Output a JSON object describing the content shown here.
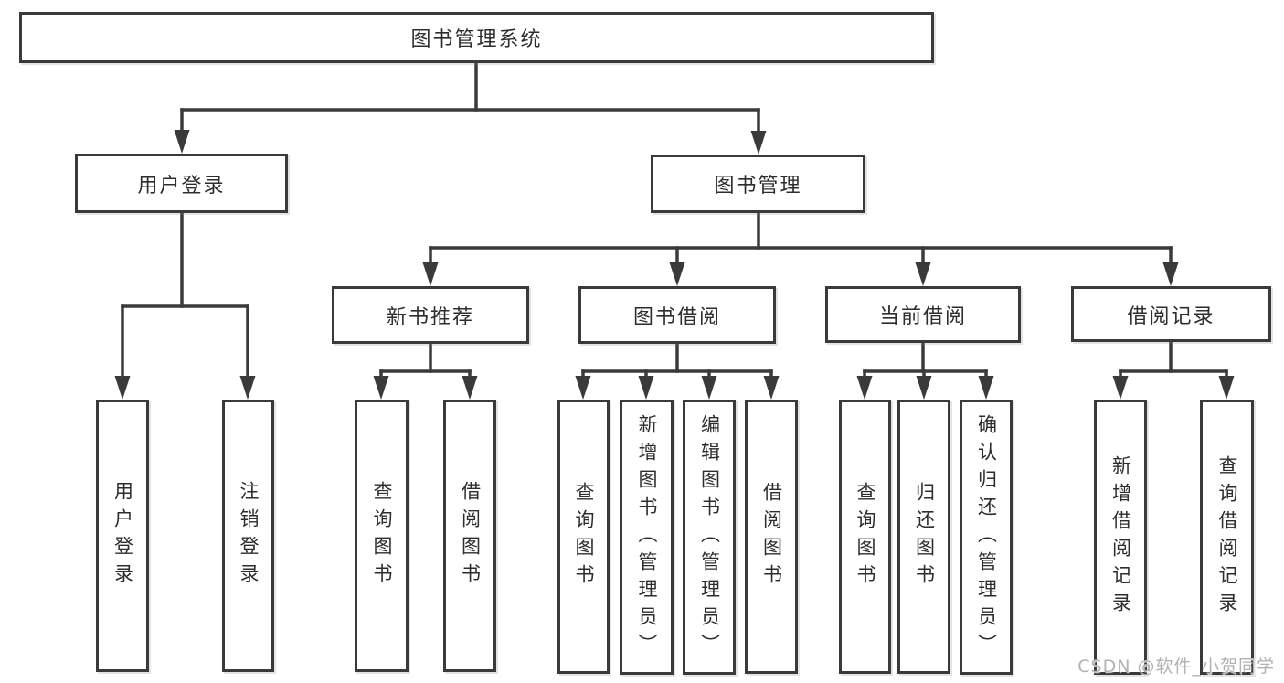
{
  "diagram": {
    "title": "图书管理系统",
    "watermark": "CSDN @软件_小贺同学",
    "colors": {
      "line": "#3a3a3a",
      "border": "#3a3a3a",
      "text": "#2d2d2d",
      "watermark": "#b2b2b2",
      "background": "#ffffff"
    },
    "nodes": [
      {
        "id": "root",
        "label": "图书管理系统",
        "orientation": "horizontal",
        "parent": null
      },
      {
        "id": "user-login",
        "label": "用户登录",
        "orientation": "horizontal",
        "parent": "root"
      },
      {
        "id": "book-mgmt",
        "label": "图书管理",
        "orientation": "horizontal",
        "parent": "root"
      },
      {
        "id": "new-book-rec",
        "label": "新书推荐",
        "orientation": "horizontal",
        "parent": "book-mgmt"
      },
      {
        "id": "book-borrow",
        "label": "图书借阅",
        "orientation": "horizontal",
        "parent": "book-mgmt"
      },
      {
        "id": "current-borrow",
        "label": "当前借阅",
        "orientation": "horizontal",
        "parent": "book-mgmt"
      },
      {
        "id": "borrow-record",
        "label": "借阅记录",
        "orientation": "horizontal",
        "parent": "book-mgmt"
      },
      {
        "id": "leaf-user-login",
        "label": "用户登录",
        "orientation": "vertical",
        "parent": "user-login"
      },
      {
        "id": "leaf-logout",
        "label": "注销登录",
        "orientation": "vertical",
        "parent": "user-login"
      },
      {
        "id": "leaf-query-book-1",
        "label": "查询图书",
        "orientation": "vertical",
        "parent": "new-book-rec"
      },
      {
        "id": "leaf-borrow-book-1",
        "label": "借阅图书",
        "orientation": "vertical",
        "parent": "new-book-rec"
      },
      {
        "id": "leaf-query-book-2",
        "label": "查询图书",
        "orientation": "vertical",
        "parent": "book-borrow"
      },
      {
        "id": "leaf-add-book",
        "label": "新增图书（管理员）",
        "orientation": "vertical",
        "parent": "book-borrow"
      },
      {
        "id": "leaf-edit-book",
        "label": "编辑图书（管理员）",
        "orientation": "vertical",
        "parent": "book-borrow"
      },
      {
        "id": "leaf-borrow-book-2",
        "label": "借阅图书",
        "orientation": "vertical",
        "parent": "book-borrow"
      },
      {
        "id": "leaf-query-book-3",
        "label": "查询图书",
        "orientation": "vertical",
        "parent": "current-borrow"
      },
      {
        "id": "leaf-return-book",
        "label": "归还图书",
        "orientation": "vertical",
        "parent": "current-borrow"
      },
      {
        "id": "leaf-confirm-return",
        "label": "确认归还（管理员）",
        "orientation": "vertical",
        "parent": "current-borrow"
      },
      {
        "id": "leaf-add-borrow-rec",
        "label": "新增借阅记录",
        "orientation": "vertical",
        "parent": "borrow-record"
      },
      {
        "id": "leaf-query-borrow-rec",
        "label": "查询借阅记录",
        "orientation": "vertical",
        "parent": "borrow-record"
      }
    ]
  }
}
